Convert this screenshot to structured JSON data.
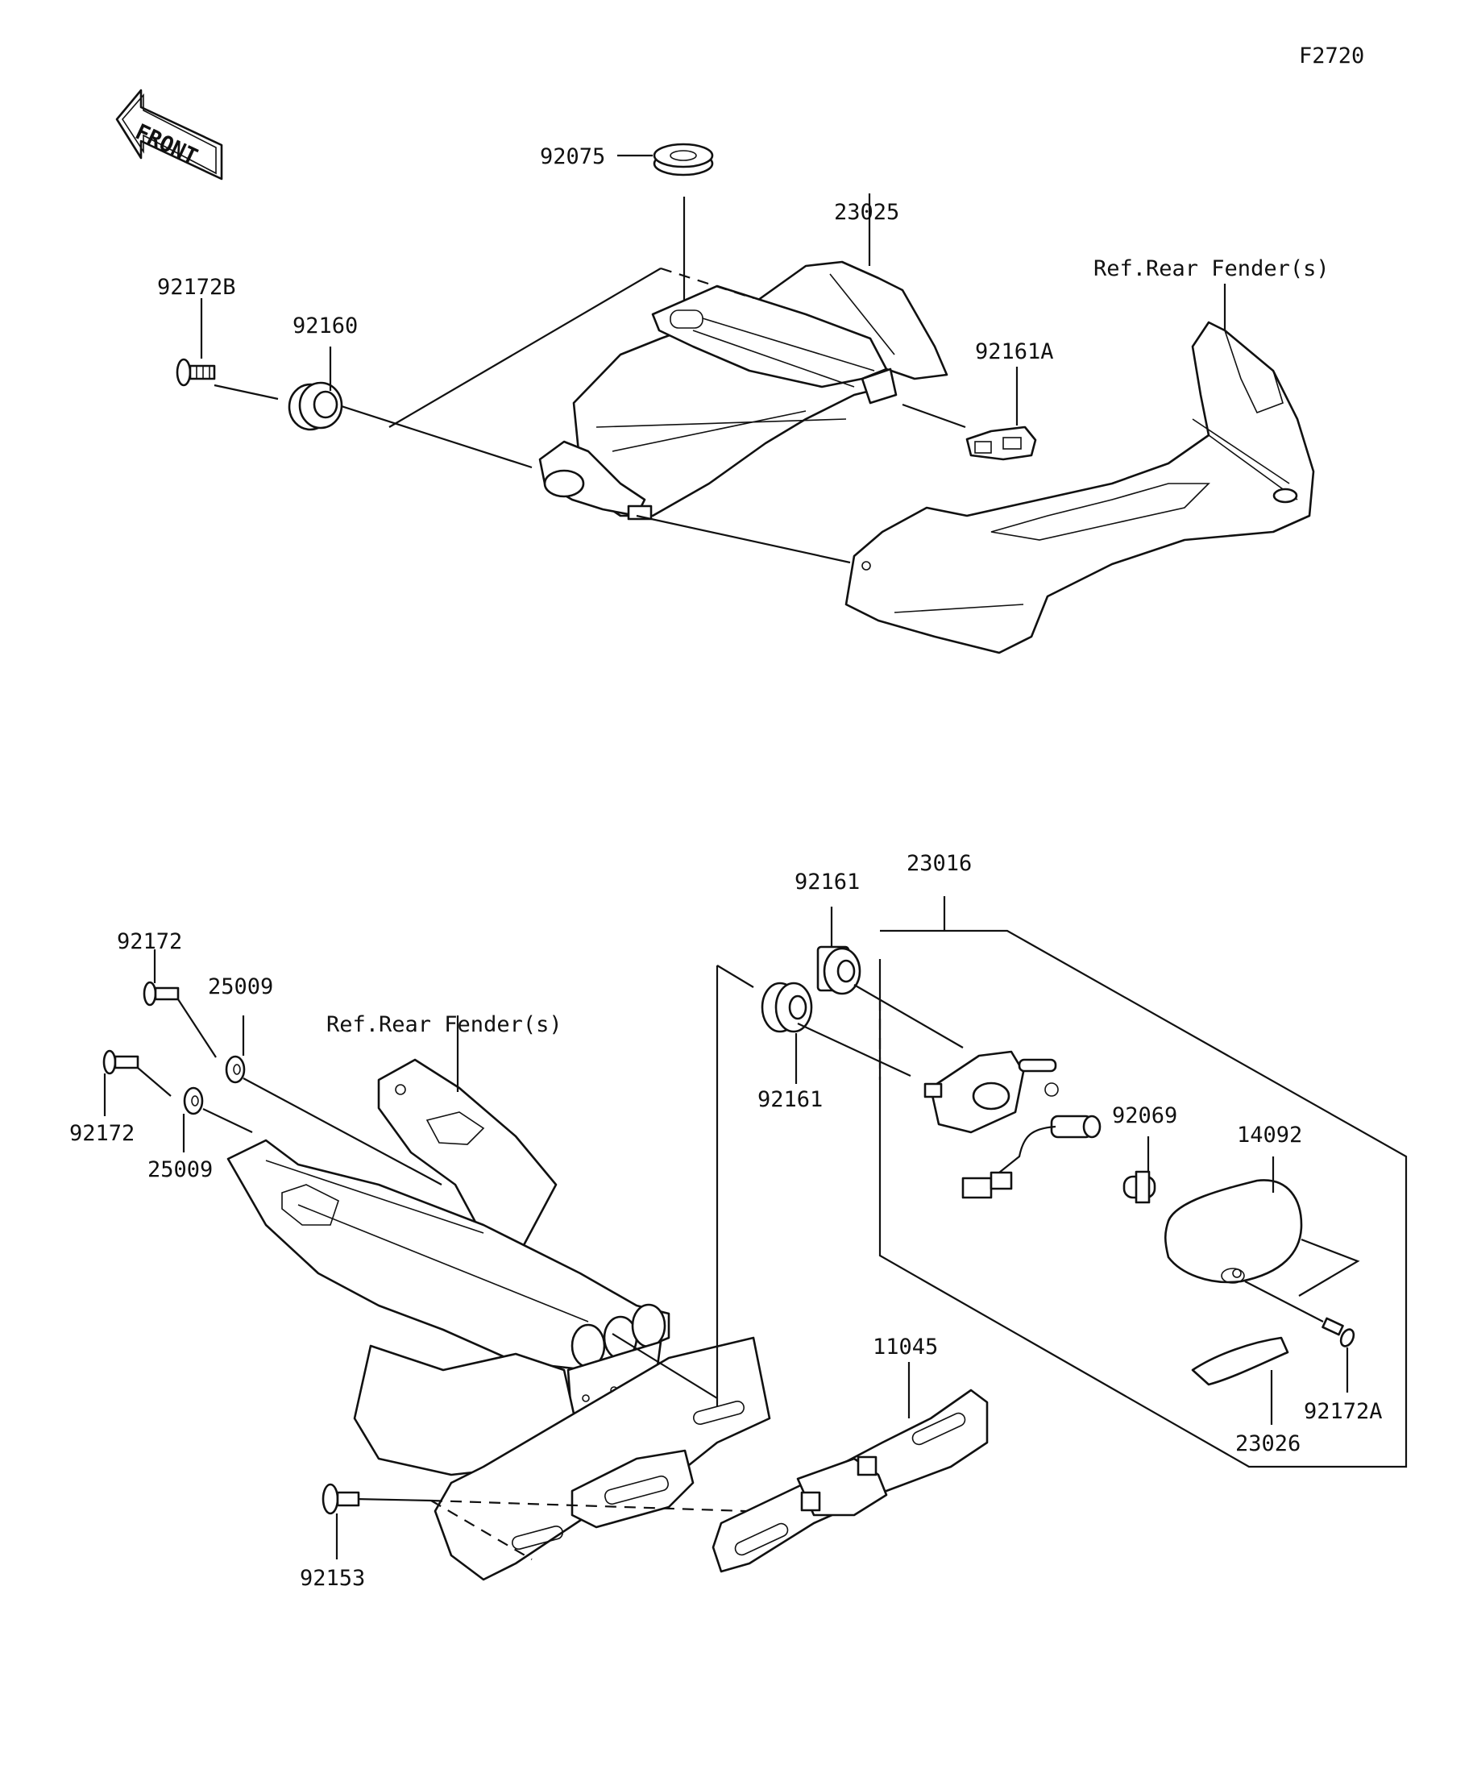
{
  "diagram": {
    "figure_code": "F2720",
    "front_label": "FRONT",
    "top": {
      "p92075": "92075",
      "p23025": "23025",
      "p92172B": "92172B",
      "p92160": "92160",
      "ref_rear_fender": "Ref.Rear Fender(s)",
      "p92161A": "92161A"
    },
    "bottom": {
      "p92172_a": "92172",
      "p92172_b": "92172",
      "p25009_a": "25009",
      "p25009_b": "25009",
      "ref_rear_fender": "Ref.Rear Fender(s)",
      "p92161_a": "92161",
      "p92161_b": "92161",
      "p23016": "23016",
      "p92069": "92069",
      "p14092": "14092",
      "p11045": "11045",
      "p92172A": "92172A",
      "p23026": "23026",
      "p92153": "92153"
    }
  }
}
